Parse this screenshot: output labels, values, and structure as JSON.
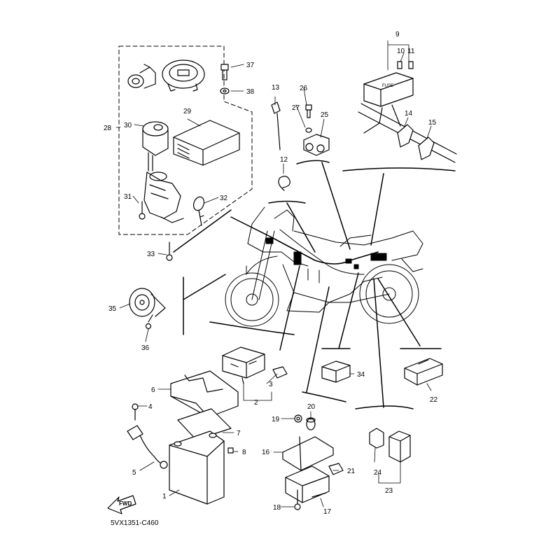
{
  "diagram_code": "5VX1351-C460",
  "fwd_label": "FWD",
  "fuse_box_label": "FUSE",
  "callouts": {
    "c1": "1",
    "c2": "2",
    "c3": "3",
    "c4": "4",
    "c5": "5",
    "c6": "6",
    "c7": "7",
    "c8": "8",
    "c9": "9",
    "c10": "10",
    "c11": "11",
    "c12": "12",
    "c13": "13",
    "c14": "14",
    "c15": "15",
    "c16": "16",
    "c17": "17",
    "c18": "18",
    "c19": "19",
    "c20": "20",
    "c21": "21",
    "c22": "22",
    "c23": "23",
    "c24": "24",
    "c25": "25",
    "c26": "26",
    "c27": "27",
    "c28": "28",
    "c29": "29",
    "c30": "30",
    "c31": "31",
    "c32": "32",
    "c33": "33",
    "c34": "34",
    "c35": "35",
    "c36": "36",
    "c37": "37",
    "c38": "38"
  }
}
